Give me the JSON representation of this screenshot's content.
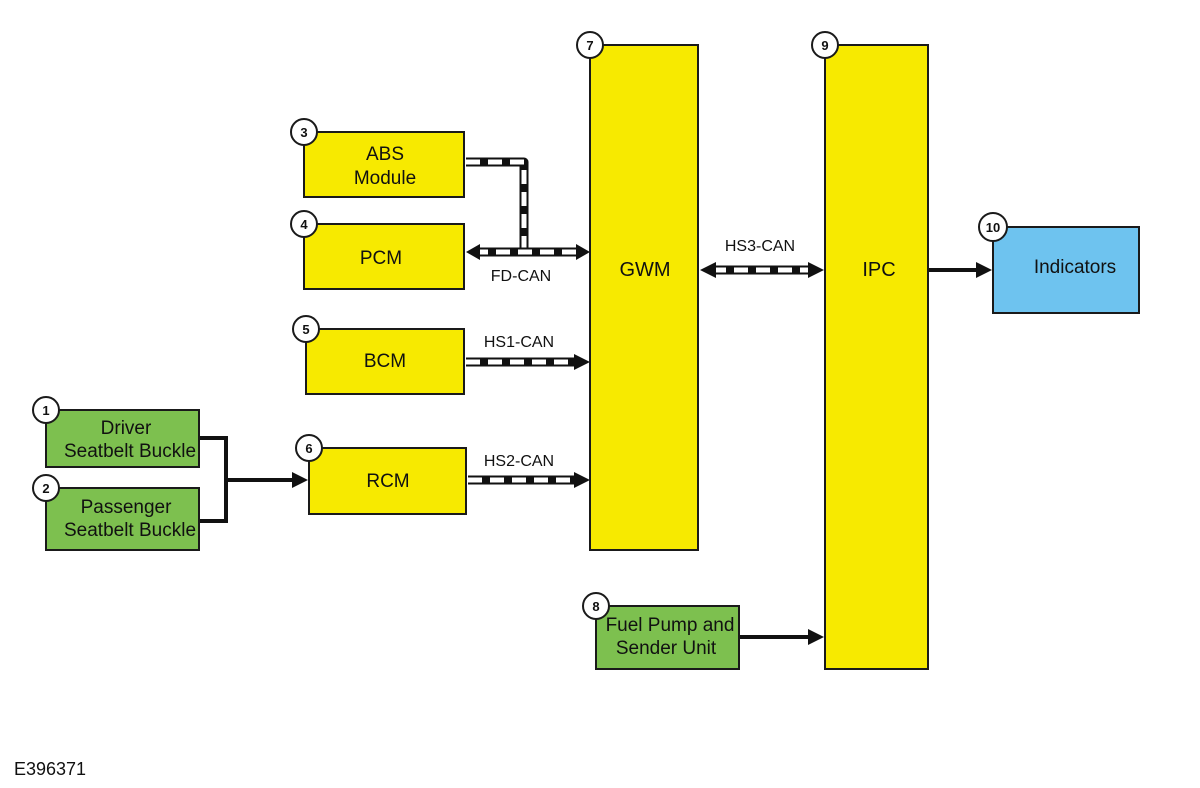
{
  "modules": {
    "driver_buckle": {
      "num": "1",
      "line1": "Driver",
      "line2": "Seatbelt Buckle"
    },
    "passenger_buckle": {
      "num": "2",
      "line1": "Passenger",
      "line2": "Seatbelt Buckle"
    },
    "abs": {
      "num": "3",
      "line1": "ABS",
      "line2": "Module"
    },
    "pcm": {
      "num": "4",
      "label": "PCM"
    },
    "bcm": {
      "num": "5",
      "label": "BCM"
    },
    "rcm": {
      "num": "6",
      "label": "RCM"
    },
    "gwm": {
      "num": "7",
      "label": "GWM"
    },
    "fuel_pump": {
      "num": "8",
      "line1": "Fuel Pump and",
      "line2": "Sender Unit"
    },
    "ipc": {
      "num": "9",
      "label": "IPC"
    },
    "indicators": {
      "num": "10",
      "label": "Indicators"
    }
  },
  "buses": {
    "fd_can": "FD-CAN",
    "hs1_can": "HS1-CAN",
    "hs2_can": "HS2-CAN",
    "hs3_can": "HS3-CAN"
  },
  "figure_ref": "E396371",
  "colors": {
    "module_yellow": "#f7ea00",
    "sensor_green": "#7dc04f",
    "output_blue": "#6ec3ef"
  }
}
